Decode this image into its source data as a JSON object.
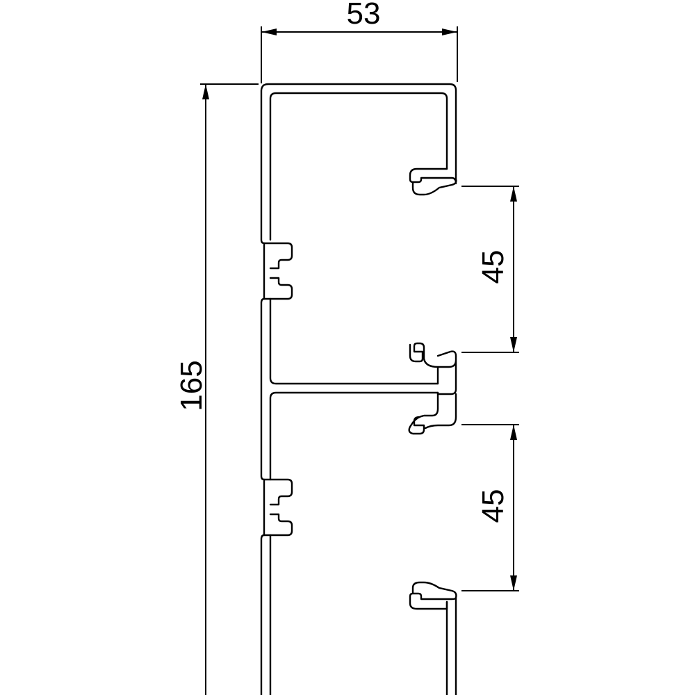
{
  "dimensions": {
    "width_label": "53",
    "height_label": "165",
    "upper_pitch_label": "45",
    "lower_pitch_label": "45"
  }
}
